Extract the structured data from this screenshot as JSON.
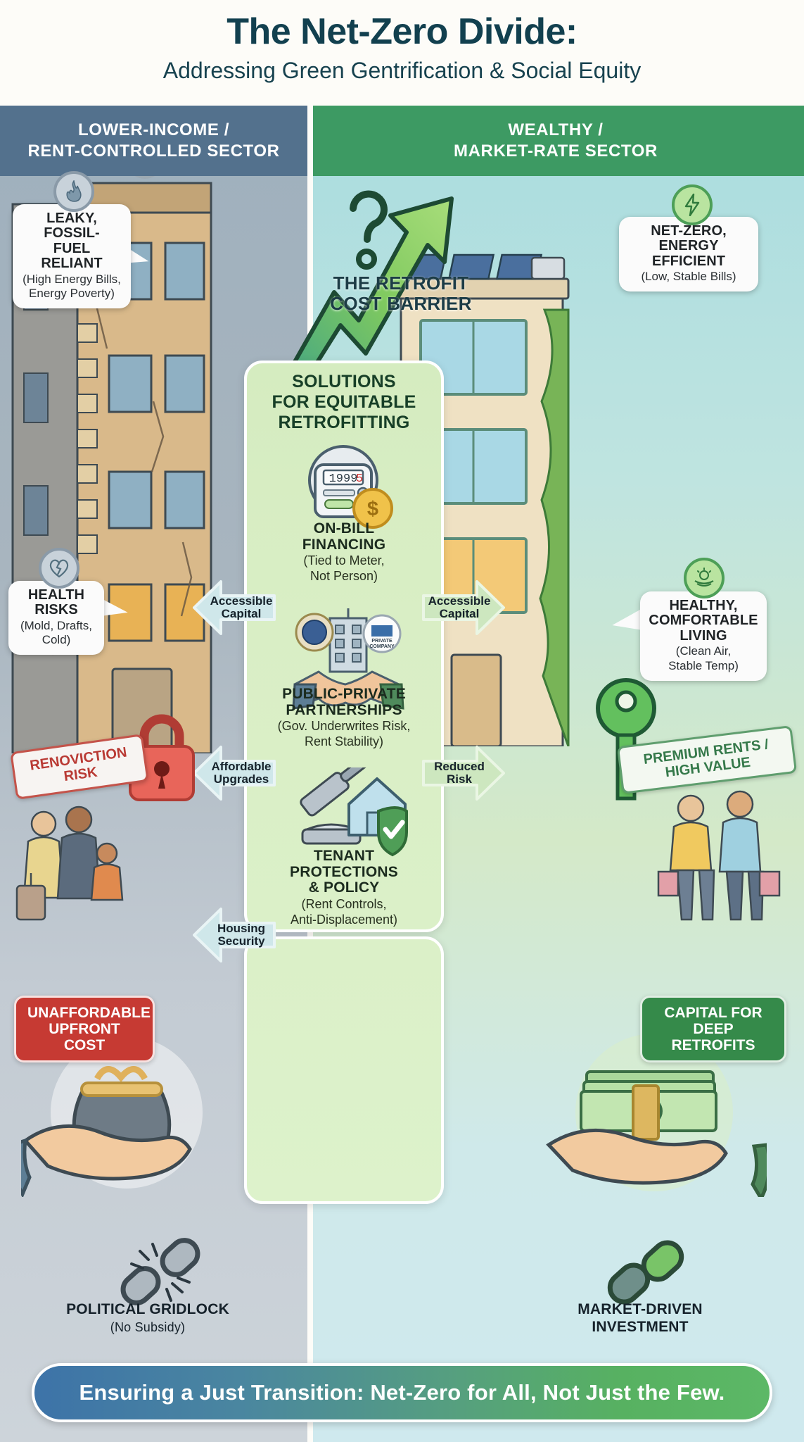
{
  "title": {
    "main": "The Net-Zero Divide:",
    "sub": "Addressing Green Gentrification & Social Equity"
  },
  "colors": {
    "left_header_bg": "#53718d",
    "right_header_bg": "#3d9a63",
    "title_color": "#12404f",
    "danger_red": "#c63a33",
    "success_green": "#358a4a",
    "solutions_panel": "#dbf0c8"
  },
  "left_sector": {
    "header_line1": "LOWER-INCOME /",
    "header_line2": "RENT-CONTROLLED SECTOR",
    "callouts": [
      {
        "icon": "flame-icon",
        "head_line1": "LEAKY, FOSSIL-",
        "head_line2": "FUEL RELIANT",
        "sub_line1": "(High Energy Bills,",
        "sub_line2": "Energy Poverty)"
      },
      {
        "icon": "broken-heart-icon",
        "head_line1": "HEALTH",
        "head_line2": "RISKS",
        "sub_line1": "(Mold, Drafts,",
        "sub_line2": "Cold)"
      }
    ],
    "stamp": {
      "icon": "red-padlock-icon",
      "line1": "RENOVICTION",
      "line2": "RISK"
    },
    "bottom_pill": {
      "line1": "UNAFFORDABLE",
      "line2": "UPFRONT COST",
      "icon": "hand-holding-empty-purse-icon"
    },
    "bottom_label": {
      "head_line1": "POLITICAL GRIDLOCK",
      "sub": "(No Subsidy)",
      "icon": "broken-chain-icon"
    }
  },
  "right_sector": {
    "header_line1": "WEALTHY /",
    "header_line2": "MARKET-RATE SECTOR",
    "callouts": [
      {
        "icon": "lightning-bolt-icon",
        "head_line1": "NET-ZERO,",
        "head_line2": "ENERGY EFFICIENT",
        "sub_line1": "(Low, Stable Bills)",
        "sub_line2": ""
      },
      {
        "icon": "sun-leaf-icon",
        "head_line1": "HEALTHY,",
        "head_line2": "COMFORTABLE",
        "head_line3": "LIVING",
        "sub_line1": "(Clean Air,",
        "sub_line2": "Stable Temp)"
      }
    ],
    "stamp": {
      "icon": "green-key-icon",
      "line1": "PREMIUM RENTS /",
      "line2": "HIGH VALUE"
    },
    "bottom_pill": {
      "line1": "CAPITAL FOR",
      "line2": "DEEP RETROFITS",
      "icon": "hand-holding-cash-icon"
    },
    "bottom_label": {
      "head_line1": "MARKET-DRIVEN",
      "head_line2": "INVESTMENT",
      "icon": "strong-chain-icon"
    }
  },
  "barrier": {
    "icon": "rising-arrow-question-icon",
    "line1": "THE RETROFIT",
    "line2": "COST BARRIER"
  },
  "solutions": {
    "title_line1": "SOLUTIONS",
    "title_line2": "FOR EQUITABLE",
    "title_line3": "RETROFITTING",
    "items": [
      {
        "icon": "electric-meter-coin-icon",
        "meter_reading": "1999",
        "meter_digit_red": "5",
        "head_line1": "ON-BILL",
        "head_line2": "FINANCING",
        "sub_line1": "(Tied to Meter,",
        "sub_line2": "Not Person)",
        "arrow_left_line1": "Accessible",
        "arrow_left_line2": "Capital",
        "arrow_right_line1": "Accessible",
        "arrow_right_line2": "Capital"
      },
      {
        "icon": "handshake-gov-private-icon",
        "gov_seal_label": "",
        "private_badge_line1": "PRIVATE",
        "private_badge_line2": "COMPANY",
        "head_line1": "PUBLIC-PRIVATE",
        "head_line2": "PARTNERSHIPS",
        "sub_line1": "(Gov. Underwrites Risk,",
        "sub_line2": "Rent Stability)",
        "arrow_left_line1": "Affordable",
        "arrow_left_line2": "Upgrades",
        "arrow_right_line1": "Reduced",
        "arrow_right_line2": "Risk"
      },
      {
        "icon": "gavel-house-shield-icon",
        "head_line1": "TENANT",
        "head_line2": "PROTECTIONS",
        "head_line3": "& POLICY",
        "sub_line1": "(Rent Controls,",
        "sub_line2": "Anti-Displacement)",
        "arrow_left_line1": "Housing",
        "arrow_left_line2": "Security",
        "arrow_right_line1": "",
        "arrow_right_line2": ""
      }
    ]
  },
  "footer": {
    "text": "Ensuring a Just Transition: Net-Zero for All, Not Just the Few."
  }
}
